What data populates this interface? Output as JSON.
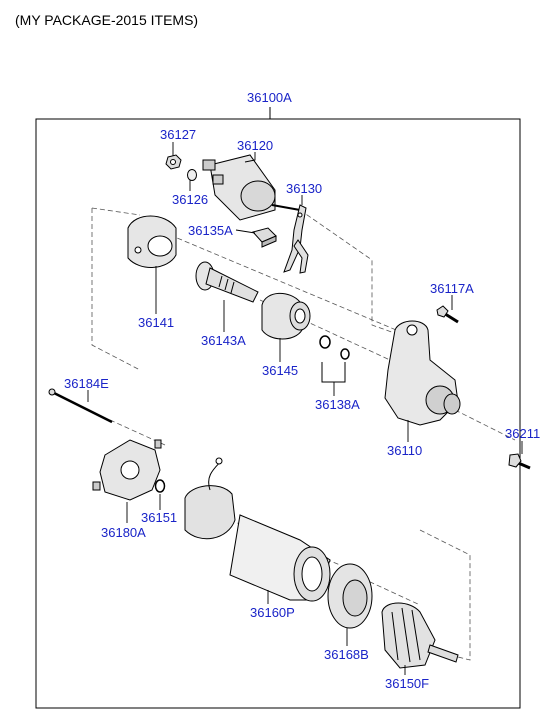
{
  "header": {
    "title": "(MY PACKAGE-2015 ITEMS)"
  },
  "diagram": {
    "assembly_label": "36100A",
    "parts": {
      "p36127": "36127",
      "p36120": "36120",
      "p36126": "36126",
      "p36130": "36130",
      "p36135A": "36135A",
      "p36141": "36141",
      "p36143A": "36143A",
      "p36117A": "36117A",
      "p36145": "36145",
      "p36138A": "36138A",
      "p36184E": "36184E",
      "p36110": "36110",
      "p36211": "36211",
      "p36151": "36151",
      "p36180A": "36180A",
      "p36160P": "36160P",
      "p36168B": "36168B",
      "p36150F": "36150F"
    },
    "colors": {
      "label": "#1a24c8",
      "line": "#000000",
      "dash": "#555555"
    }
  }
}
